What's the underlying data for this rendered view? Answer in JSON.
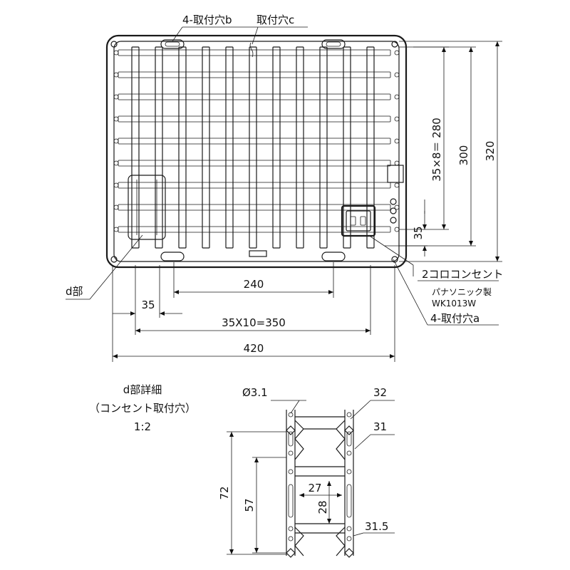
{
  "labels": {
    "mount_holes_b": "4-取付穴b",
    "mount_hole_c": "取付穴c",
    "pitch_vertical": "35×8＝ 280",
    "height_300": "300",
    "height_320": "320",
    "pitch_35_right": "35",
    "outlet_name": "2コロコンセント",
    "outlet_maker": "パナソニック製",
    "outlet_model": "WK1013W",
    "mount_holes_a": "4-取付穴a",
    "d_part": "d部",
    "width_240": "240",
    "pitch_35_bottom": "35",
    "pitch_horizontal": "35X10=350",
    "width_420": "420"
  },
  "detail": {
    "title": "d部詳細",
    "subtitle": "（コンセント取付穴）",
    "scale": "1:2",
    "dia": "Ø3.1",
    "dim_32": "32",
    "dim_31": "31",
    "dim_72": "72",
    "dim_57": "57",
    "dim_27": "27",
    "dim_28": "28",
    "dim_31_5": "31.5"
  }
}
